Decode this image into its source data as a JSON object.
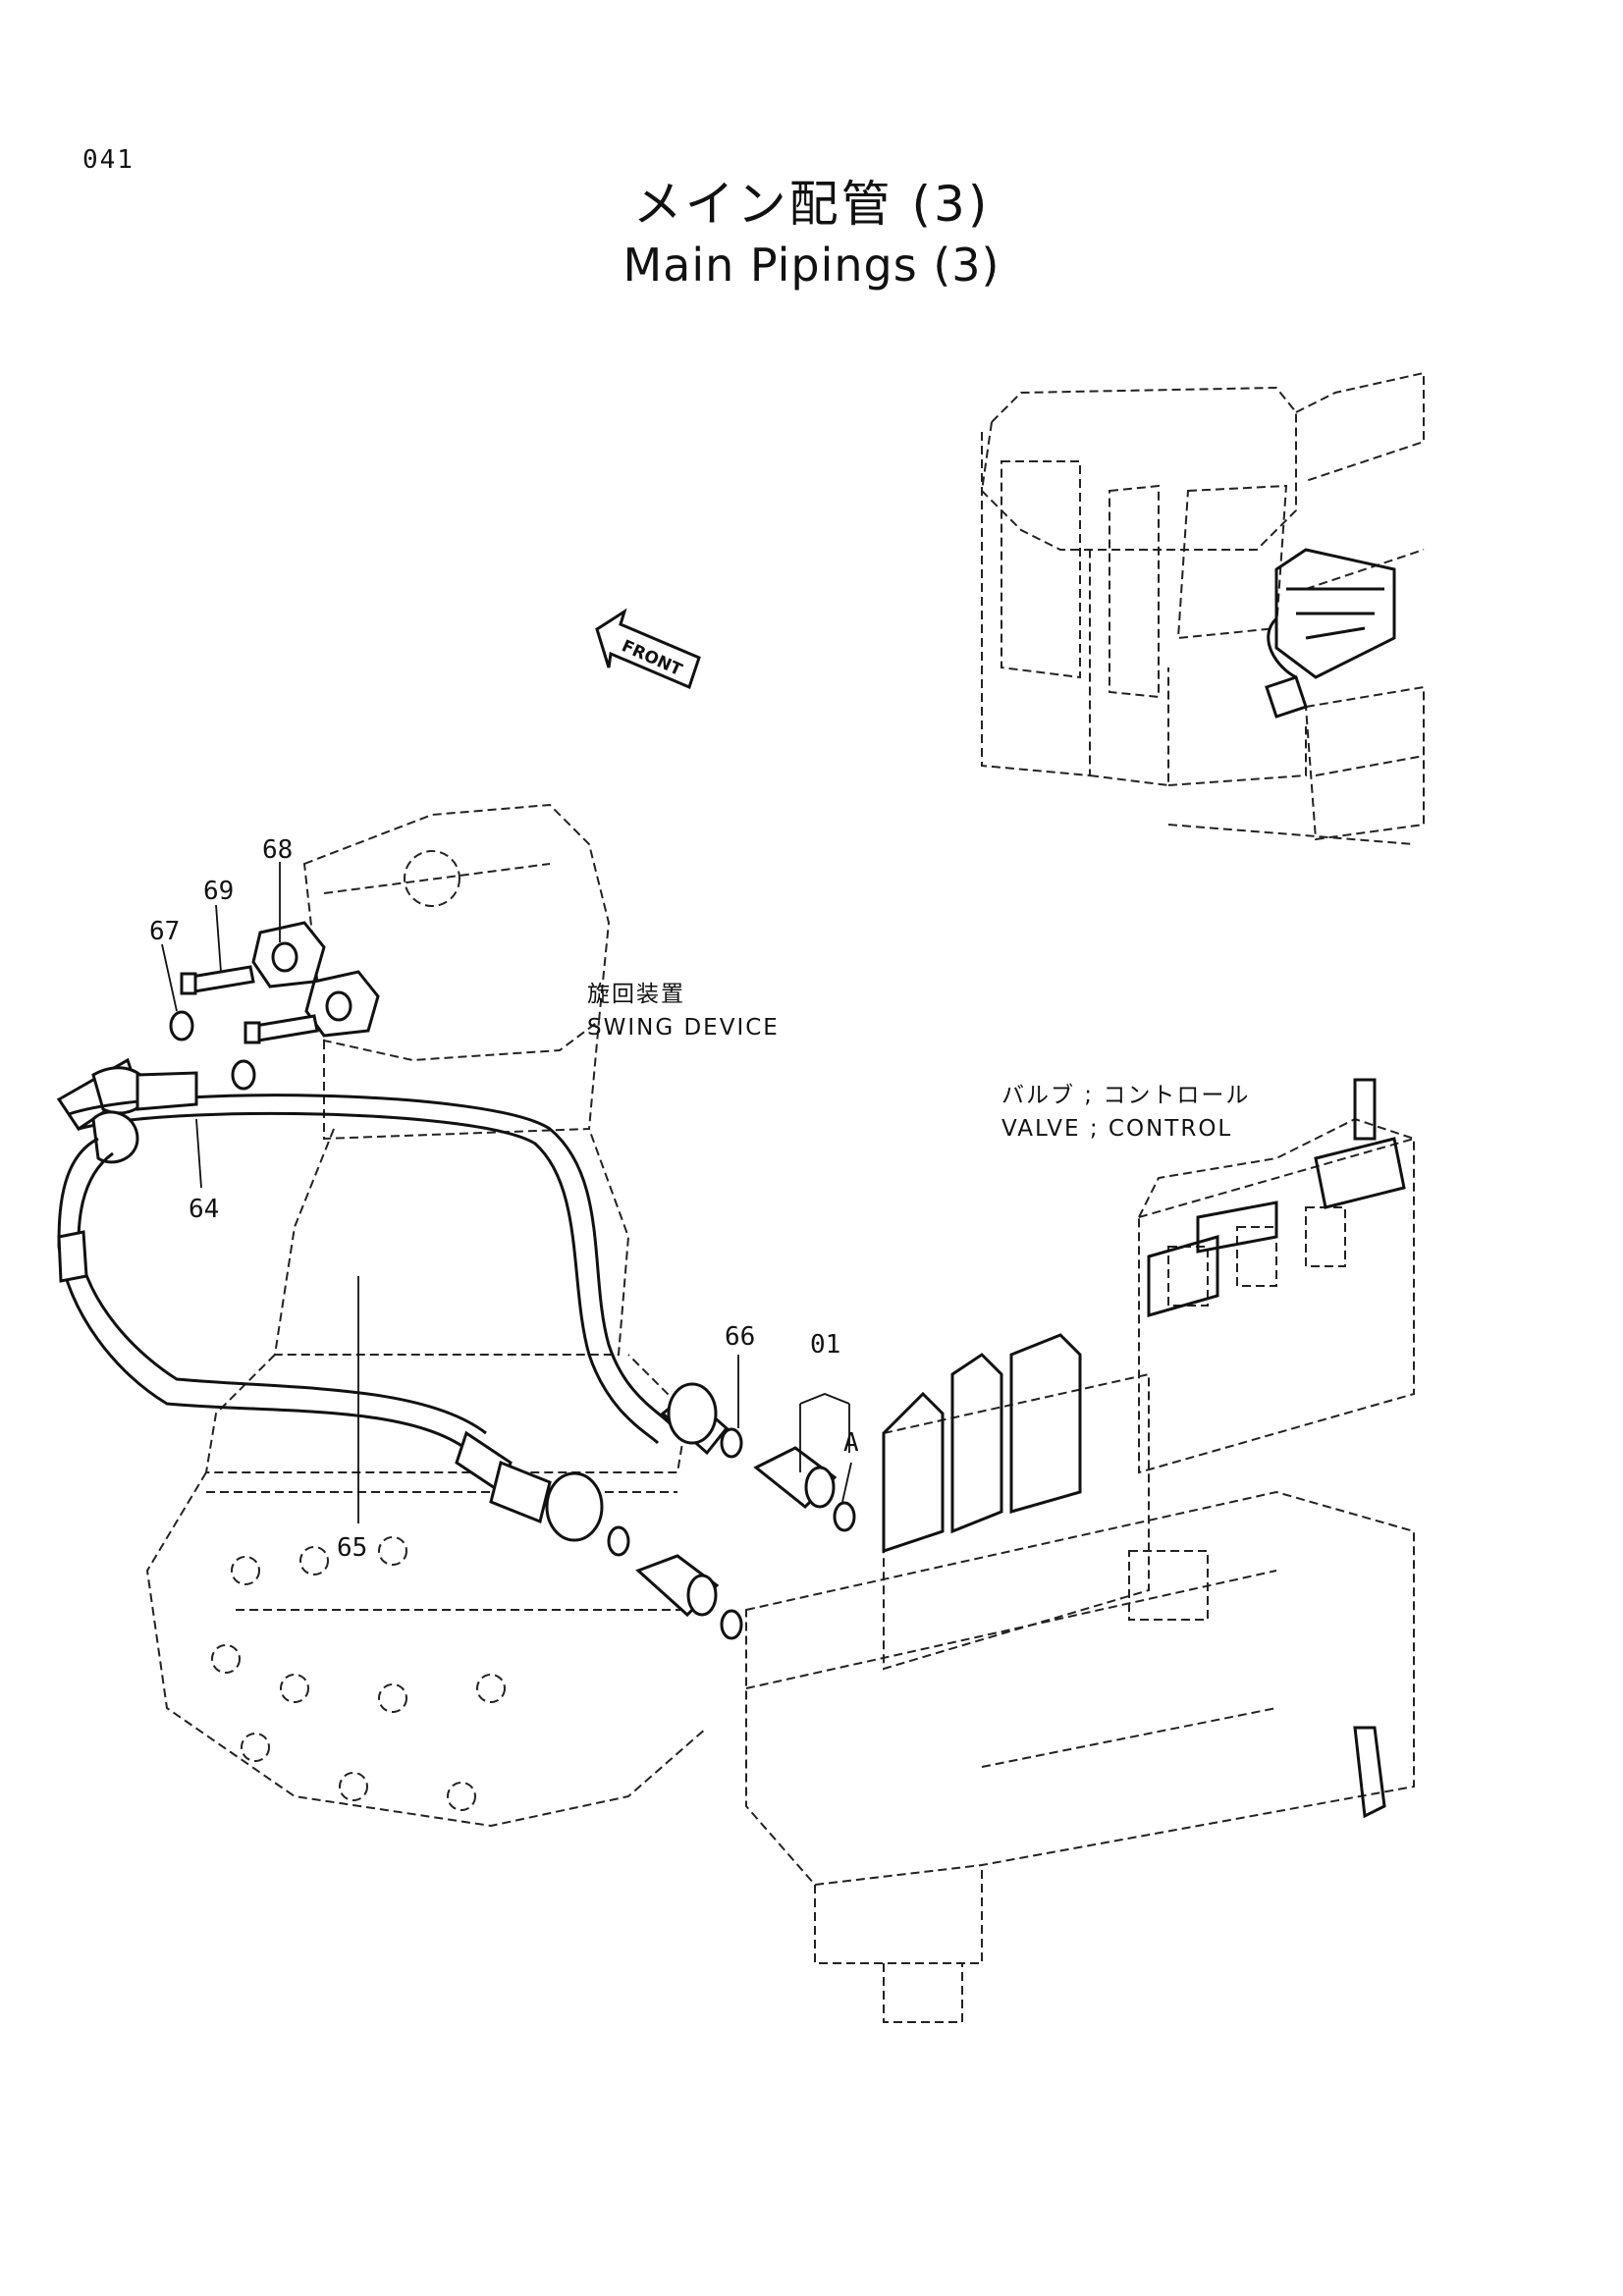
{
  "page": {
    "number": "041"
  },
  "title": {
    "japanese": "メイン配管 (3)",
    "english": "Main Pipings (3)"
  },
  "direction_arrow": {
    "label": "FRONT"
  },
  "assembly_labels": {
    "swing_device": {
      "japanese": "旋回装置",
      "english": "SWING DEVICE"
    },
    "control_valve": {
      "japanese": "バルブ ; コントロール",
      "english": "VALVE ; CONTROL"
    }
  },
  "callouts": [
    "64",
    "65",
    "66",
    "67",
    "68",
    "69",
    "01",
    "A"
  ]
}
